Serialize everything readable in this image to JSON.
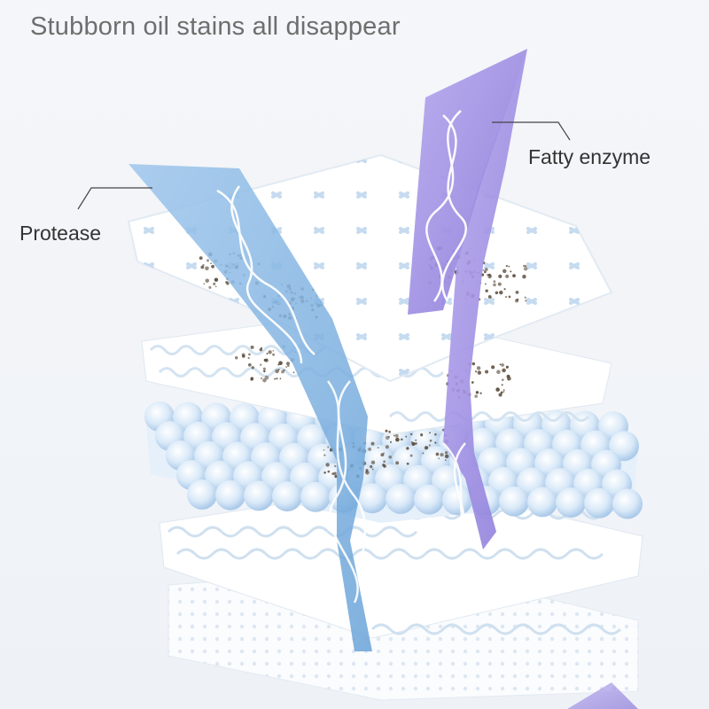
{
  "headline": "Stubborn oil stains all disappear",
  "labels": {
    "protease": "Protease",
    "fatty_enzyme": "Fatty enzyme"
  },
  "colors": {
    "protease_ribbon": "#7fb0df",
    "fatty_ribbon": "#9d8ee0",
    "layer_white": "#ffffff",
    "bead_blue": "#cfe3f6",
    "stain": "#5a4a3a"
  }
}
